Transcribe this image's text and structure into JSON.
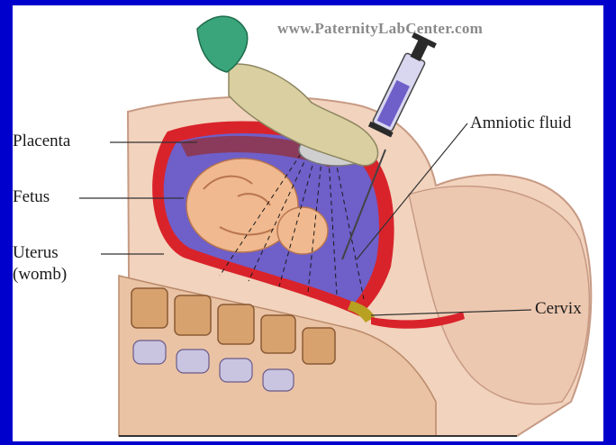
{
  "watermark": "www.PaternityLabCenter.com",
  "labels": {
    "placenta": "Placenta",
    "fetus": "Fetus",
    "uterus_line1": "Uterus",
    "uterus_line2": "(womb)",
    "amniotic_fluid": "Amniotic fluid",
    "cervix": "Cervix"
  },
  "colors": {
    "border": "#0000cc",
    "skin": "#f2d3bd",
    "uterus_wall": "#d9232b",
    "amniotic_fluid": "#6e5fc9",
    "fetus": "#f0b98f",
    "glove": "#d9cfa0",
    "gown": "#3aa57a",
    "cervix": "#b8a021"
  }
}
